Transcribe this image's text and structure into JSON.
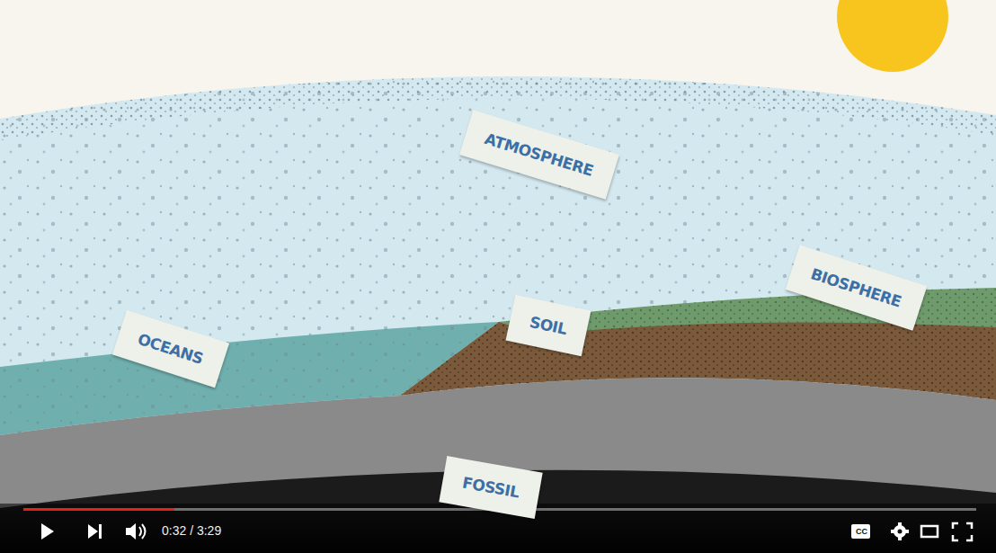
{
  "diagram": {
    "nodes": [
      {
        "text": [
          "ATMOSPHERE"
        ]
      },
      {
        "text": [
          "OCEANS"
        ]
      },
      {
        "text": [
          "SOIL"
        ]
      },
      {
        "text": [
          "BIOSPHERE"
        ]
      },
      {
        "text": [
          "FOSSIL"
        ]
      }
    ],
    "labels": [
      "0:32 / 3:29",
      "CC"
    ]
  }
}
